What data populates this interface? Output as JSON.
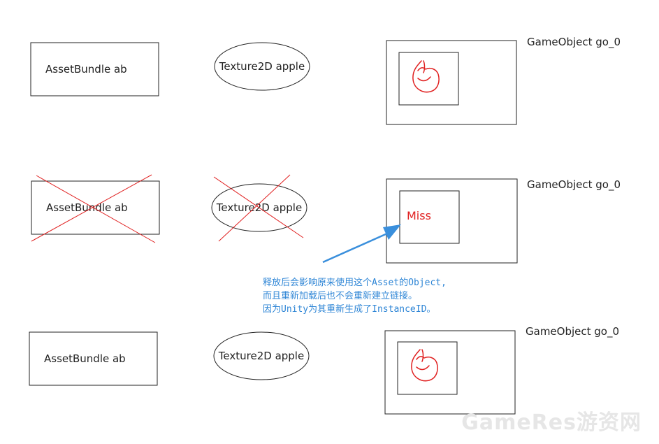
{
  "rows": [
    {
      "bundle_label": "AssetBundle ab",
      "texture_label": "Texture2D apple",
      "gameobject_label": "GameObject go_0",
      "state": "loaded"
    },
    {
      "bundle_label": "AssetBundle ab",
      "texture_label": "Texture2D apple",
      "gameobject_label": "GameObject go_0",
      "state": "unloaded",
      "miss_label": "Miss"
    },
    {
      "bundle_label": "AssetBundle ab",
      "texture_label": "Texture2D apple",
      "gameobject_label": "GameObject go_0",
      "state": "reloaded"
    }
  ],
  "note": {
    "lines": [
      "释放后会影响原来使用这个Asset的Object,",
      "而且重新加载后也不会重新建立链接。",
      "因为Unity为其重新生成了InstanceID。"
    ]
  },
  "watermark": "GameRes游资网",
  "colors": {
    "stroke": "#222222",
    "cross": "#e02020",
    "apple": "#e02020",
    "arrow": "#3a8fdc",
    "note": "#2f86d6"
  }
}
